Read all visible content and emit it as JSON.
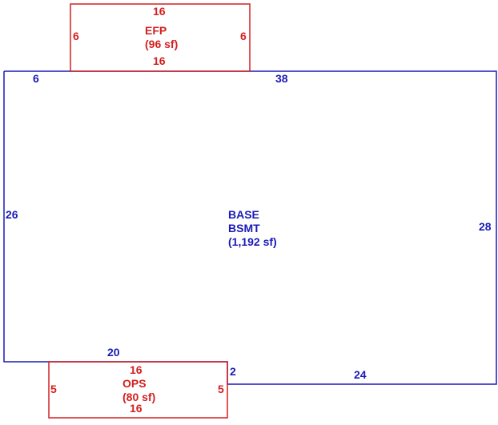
{
  "colors": {
    "base": "#1a1ab8",
    "addition": "#d42020"
  },
  "base": {
    "name": "BASE",
    "subname": "BSMT",
    "area": "(1,192 sf)",
    "dims": {
      "top_left": "6",
      "top_right": "38",
      "left": "26",
      "right": "28",
      "bottom_left": "20",
      "step": "2",
      "bottom_right": "24"
    }
  },
  "efp": {
    "name": "EFP",
    "area": "(96 sf)",
    "dims": {
      "top": "16",
      "bottom": "16",
      "left": "6",
      "right": "6"
    }
  },
  "ops": {
    "name": "OPS",
    "area": "(80 sf)",
    "dims": {
      "top": "16",
      "bottom": "16",
      "left": "5",
      "right": "5"
    }
  }
}
